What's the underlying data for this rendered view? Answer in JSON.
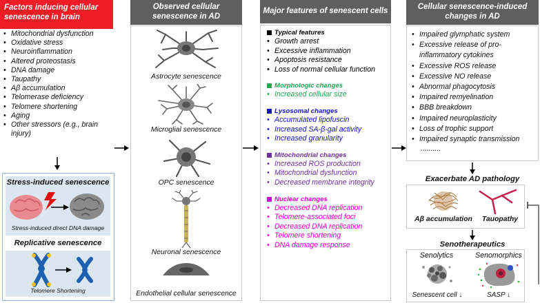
{
  "colors": {
    "header_red": "#ee1c24",
    "header_gray": "#5f5f5f",
    "green": "#1fa84f",
    "blue": "#1010d0",
    "purple": "#7030a0",
    "magenta": "#e000d0",
    "panel_blue": "#dce6f1"
  },
  "col1": {
    "header": "Factors inducing cellular senescence in brain",
    "items": [
      "Mitochondrial dysfunction",
      "Oxidative stress",
      "Neuroinflammation",
      "Altered proteostasis",
      "DNA damage",
      "Taupathy",
      "Aβ accumulation",
      "Telomerase deficiency",
      "Telomere shortening",
      "Aging",
      "Other stressors (e.g., brain injury)"
    ],
    "stress_title": "Stress-induced senescence",
    "stress_caption": "Stress-induced direct DNA damage",
    "replicative_title": "Replicative senescence",
    "replicative_caption": "Telomere Shortening"
  },
  "col2": {
    "header": "Observed cellular senescence in AD",
    "cells": [
      "Astrocyte senescence",
      "Microglial senescence",
      "OPC senescence",
      "Neuronal senescence",
      "Endothelial cellular senescence"
    ]
  },
  "col3": {
    "header": "Major features of senescent cells",
    "sections": [
      {
        "title": "Typical features",
        "items": [
          "Growth arrest",
          "Excessive inflammation",
          "Apoptosis resistance",
          "Loss of normal cellular function"
        ]
      },
      {
        "title": "Morphologic changes",
        "items": [
          "Increased cellular size"
        ]
      },
      {
        "title": "Lysosomal changes",
        "items": [
          "Accumulated lipofuscin",
          "Increased SA-β-gal activity",
          "Increased granularity"
        ]
      },
      {
        "title": "Mitochondrial changes",
        "items": [
          "Increased ROS production",
          "Mitochondrial dysfunction",
          "Decreased membrane integrity"
        ]
      },
      {
        "title": "Nuclear changes",
        "items": [
          "Decreased DNA replication",
          "Telomere-associated foci",
          "Decreased DNA replication",
          "Telomere shortening",
          "DNA damage response"
        ]
      }
    ]
  },
  "col4": {
    "header": "Cellular senescence-induced changes in AD",
    "items": [
      "Impaired glymphatic system",
      "Excessive release of pro-inflammatory cytokines",
      "Excessive ROS release",
      "Excessive NO release",
      "Abnormal phagocytosis",
      "Impaired remyelination",
      "BBB breakdown",
      "Impaired neuroplasticity",
      "Loss of trophic support",
      "Impaired synaptic transmission"
    ],
    "ellipsis": "..........",
    "pathology_title": "Exacerbate AD pathology",
    "abeta_label": "Aβ accumulation",
    "tau_label": "Tauopathy",
    "sen_title": "Senotherapeutics",
    "senolytics": "Senolytics",
    "senomorphics": "Senomorphics",
    "senescent_cell": "Senescent cell ↓",
    "sasp": "SASP ↓"
  }
}
